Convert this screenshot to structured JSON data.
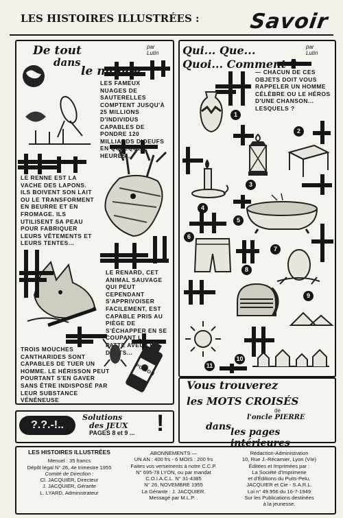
{
  "header": {
    "magazine_title": "LES HISTOIRES ILLUSTRÉES :",
    "section_title": "Savoir"
  },
  "left_panel": {
    "title_line1": "De tout",
    "title_line2": "dans",
    "title_line3": "le monde",
    "byline": "par Lutin",
    "paragraph1": "LES FAMEUX NUAGES DE SAUTERELLES COMPTENT JUSQU'À 25 MILLIONS D'INDIVIDUS CAPABLES DE PONDRE 120 MILLIARDS D'OEUFS EN QUELQUES HEURES...",
    "paragraph2": "LE RENNE EST LA VACHE DES LAPONS. ILS BOIVENT SON LAIT OU LE TRANSFORMENT EN BEURRE ET EN FROMAGE. ILS UTILISENT SA PEAU POUR FABRIQUER LEURS VÊTEMENTS ET LEURS TENTES...",
    "paragraph3": "LE RENARD, CET ANIMAL SAUVAGE QUI PEUT CEPENDANT S'APPRIVOISER FACILEMENT, EST CAPABLE PRIS AU PIÈGE DE S'ÉCHAPPER EN SE COUPANT LA PATTE AVEC LES DENTS...",
    "paragraph4": "TROIS MOUCHES CANTHARIDES SONT CAPABLES DE TUER UN HOMME. LE HÉRISSON PEUT POURTANT S'EN GAVER SANS ÊTRE INDISPOSÉ PAR LEUR SUBSTANCE VÉNÉNEUSE",
    "poison_label": "POISON"
  },
  "right_panel": {
    "title_line1": "Qui... Que...",
    "title_line2": "Quoi... Comment ?",
    "byline": "par Lutin",
    "question": "— CHACUN DE CES OBJETS DOIT VOUS RAPPELER UN HOMME CÉLÈBRE OU LE HÉROS D'UNE CHANSON... LESQUELS ?",
    "numbers": [
      "1",
      "2",
      "3",
      "4",
      "5",
      "6",
      "7",
      "8",
      "9",
      "10",
      "11"
    ]
  },
  "promo_right": {
    "line1": "Vous trouverez",
    "line2": "les MOTS CROISÉS",
    "line3": "de",
    "line4": "l'oncle PIERRE",
    "line5": "dans",
    "line6": "les pages intérieures"
  },
  "promo_left": {
    "badge": "?.?.-!..",
    "line1": "Solutions",
    "line2": "des JEUX",
    "line3": "PAGES 8 et 9 ...",
    "mark": "!"
  },
  "footer": {
    "col1": {
      "title": "LES HISTOIRES ILLUSTRÉES",
      "l1": "Menuel : 35 francs",
      "l2": "Dépôt légal N° 26, 4e trimestre 1955",
      "l3": "Comité de Direction :",
      "l4": "Cl. JACQUIER, Directeur",
      "l5": "J. JACQUIER, Gérante",
      "l6": "L. LYARD, Administrateur"
    },
    "col2": {
      "title": "ABONNEMENTS —",
      "l1": "UN AN : 400 frs - 6 MOIS : 200 frs",
      "l2": "Faites vos versements à notre C.C.P.",
      "l3": "N° 695-78 LYON, ou par mandat",
      "l4": "C.O.I.A.C.L. N° 31-4385",
      "l5": "N° 26, NOVEMBRE 1955",
      "l6": "La Gérante : J. JACQUIER.",
      "l7": "Messagé par M.L.P. ."
    },
    "col3": {
      "l1": "Rédaction-Administration",
      "l2": "10, Rue J.-Récamier, Lyon (VIe)",
      "l3": "Éditées et Imprimées par :",
      "l4": "La Société d'Imprimerie",
      "l5": "et d'Éditions du Puits-Pelu,",
      "l6": "JACQUIER et Cie - S.A.R.L.",
      "l7": "Loi n° 49.956 du 16-7-1949",
      "l8": "Sur les Publications destinées",
      "l9": "à la jeunesse."
    }
  }
}
